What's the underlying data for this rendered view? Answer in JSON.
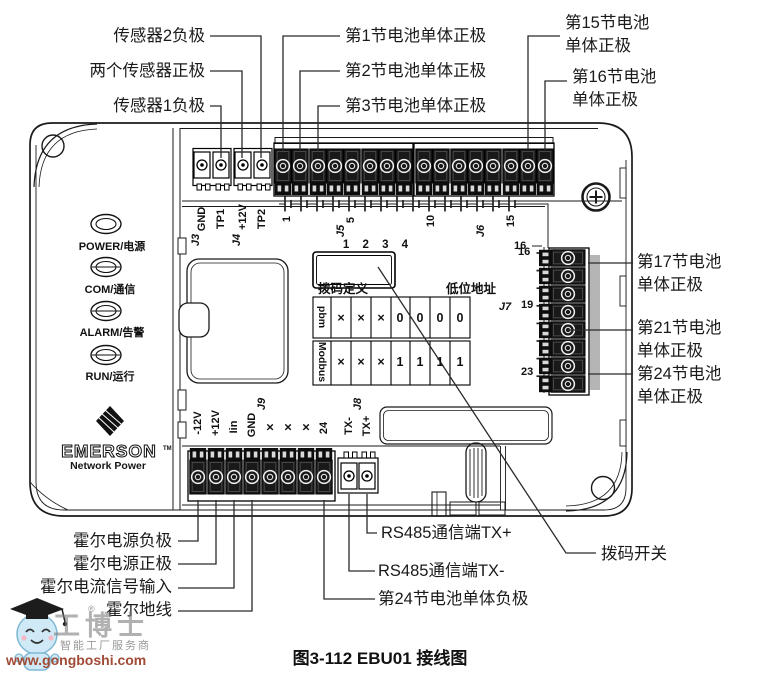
{
  "caption": "图3-112  EBU01 接线图",
  "callouts": {
    "sensor2_neg": "传感器2负极",
    "sensors_pos": "两个传感器正极",
    "sensor1_neg": "传感器1负极",
    "cell1_pos": "第1节电池单体正极",
    "cell2_pos": "第2节电池单体正极",
    "cell3_pos": "第3节电池单体正极",
    "cell15_pos": [
      "第15节电池",
      "单体正极"
    ],
    "cell16_pos": [
      "第16节电池",
      "单体正极"
    ],
    "cell17_pos": [
      "第17节电池",
      "单体正极"
    ],
    "cell21_pos": [
      "第21节电池",
      "单体正极"
    ],
    "cell24_pos": [
      "第24节电池",
      "单体正极"
    ],
    "hall_pwr_neg": "霍尔电源负极",
    "hall_pwr_pos": "霍尔电源正极",
    "hall_signal": "霍尔电流信号输入",
    "hall_gnd": "霍尔地线",
    "rs485_txp": "RS485通信端TX+",
    "rs485_txn": "RS485通信端TX-",
    "cell24_neg": "第24节电池单体负极",
    "dip_switch_callout": "拨码开关"
  },
  "leds": [
    "POWER/电源",
    "COM/通信",
    "ALARM/告警",
    "RUN/运行"
  ],
  "brand": {
    "name": "EMERSON",
    "tm": "TM",
    "sub": "Network Power"
  },
  "connectors": {
    "j3": {
      "label": "J3",
      "pins": [
        "GND",
        "TP1"
      ]
    },
    "j4": {
      "label": "J4",
      "pins": [
        "+12V",
        "TP2"
      ]
    },
    "j5": "J5",
    "j6": "J6",
    "j7": "J7",
    "j8": {
      "label": "J8",
      "pins": [
        "TX-",
        "TX+"
      ]
    },
    "j9": {
      "label": "J9",
      "pins": [
        "-12V",
        "+12V",
        "Iin",
        "GND",
        "×",
        "×",
        "×",
        "24"
      ]
    }
  },
  "scale": {
    "n1": "1",
    "n5": "5",
    "n10": "10",
    "n15": "15",
    "n16": "16"
  },
  "right_ticks": {
    "n16": "16",
    "n19": "19",
    "n23": "23"
  },
  "dip_switch": {
    "numbers": "1 2 3 4",
    "def_header": "拨码定义",
    "addr_header": "低位地址",
    "rows": [
      {
        "label": "pbm",
        "cells": [
          "×",
          "×",
          "×",
          "0",
          "0",
          "0",
          "0"
        ]
      },
      {
        "label": "Modbus",
        "cells": [
          "×",
          "×",
          "×",
          "1",
          "1",
          "1",
          "1"
        ]
      }
    ]
  },
  "icons": {
    "led_icon": "double-ellipse-led",
    "screw_icon": "cross-head-screw",
    "battery_cell_icon": "long-short-bar-battery",
    "emerson_diamond_icon": "hatched-diamond-logo",
    "mascot_icon": "gongboshi-robot-mascot"
  },
  "colors": {
    "line": "#1a1a1a",
    "terminal_dark": "#191919",
    "watermark_url": "#a14a35",
    "mascot_blue": "#cfeaf6"
  },
  "watermark": {
    "title": "工博士",
    "reg": "®",
    "slogan": "智能工厂服务商",
    "url": "www.gongboshi.com"
  }
}
